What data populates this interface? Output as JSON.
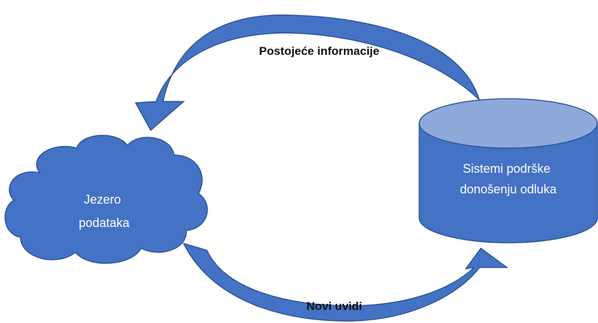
{
  "diagram": {
    "colors": {
      "fill": "#4472C4",
      "fill_dark": "#2E528F",
      "cylinder_top": "#8EAADB",
      "stroke": "#2F5597",
      "text_on_shape": "#ffffff",
      "arrow_label_text": "#111111"
    },
    "nodes": {
      "data_lake": {
        "shape": "cloud",
        "label_lines": [
          "Jezero",
          "podataka"
        ]
      },
      "decision_support": {
        "shape": "cylinder",
        "label_lines": [
          "Sistemi podrške",
          "donošenju odluka"
        ]
      }
    },
    "edges": {
      "existing_info": {
        "from": "decision_support",
        "to": "data_lake",
        "label": "Postojeće informacije"
      },
      "new_insights": {
        "from": "data_lake",
        "to": "decision_support",
        "label": "Novi uvidi"
      }
    }
  }
}
